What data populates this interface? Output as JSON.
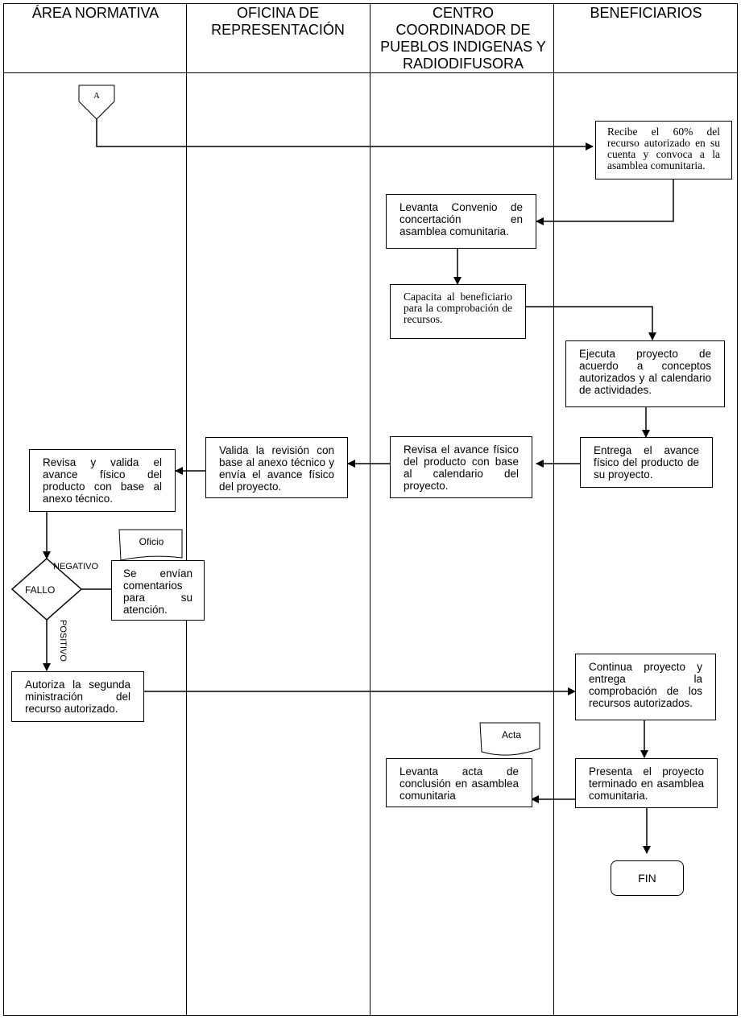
{
  "lanes": [
    {
      "title": "ÁREA NORMATIVA"
    },
    {
      "title": "OFICINA DE REPRESENTACIÓN"
    },
    {
      "title": "CENTRO COORDINADOR DE PUEBLOS INDIGENAS Y RADIODIFUSORA"
    },
    {
      "title": "BENEFICIARIOS"
    }
  ],
  "connector": {
    "label": "A"
  },
  "steps": {
    "recibe": "Recibe el 60% del recurso autorizado en su cuenta y convoca a la asamblea comunitaria.",
    "levanta_convenio": "Levanta Convenio de concertación en asamblea comunitaria.",
    "capacita": "Capacita al beneficiario para la comprobación de recursos.",
    "ejecuta": "Ejecuta proyecto de acuerdo a conceptos autorizados y al calendario de actividades.",
    "entrega_avance": "Entrega el avance físico del producto de su proyecto.",
    "revisa_avance": "Revisa el avance físico del producto con base al calendario del proyecto.",
    "valida_revision": "Valida la revisión con base al anexo técnico y envía el avance físico del proyecto.",
    "revisa_valida": "Revisa y valida el avance físico del producto con base al anexo técnico.",
    "decision": "FALLO",
    "negativo": "NEGATIVO",
    "positivo": "POSITIVO",
    "oficio_doc": "Oficio",
    "comentarios": "Se envían comentarios para su atención.",
    "autoriza": "Autoriza la segunda ministración del recurso autorizado.",
    "continua": "Continua proyecto y entrega la comprobación de los recursos autorizados.",
    "acta_doc": "Acta",
    "levanta_acta": "Levanta acta de conclusión en asamblea comunitaria",
    "presenta": "Presenta el proyecto terminado en asamblea comunitaria.",
    "fin": "FIN"
  }
}
